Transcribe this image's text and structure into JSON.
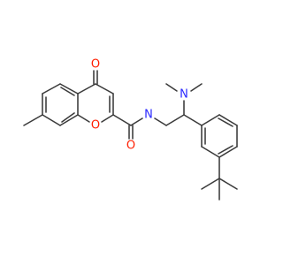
{
  "molecule": {
    "atoms": {
      "o_ketone": "O",
      "o_ring": "O",
      "o_amide": "O",
      "n_amide": "N",
      "n_amine": "N"
    }
  },
  "colors": {
    "bond": "#3a3a3a",
    "oxygen": "#ff1e00",
    "nitrogen": "#2a28ff"
  },
  "icons": []
}
